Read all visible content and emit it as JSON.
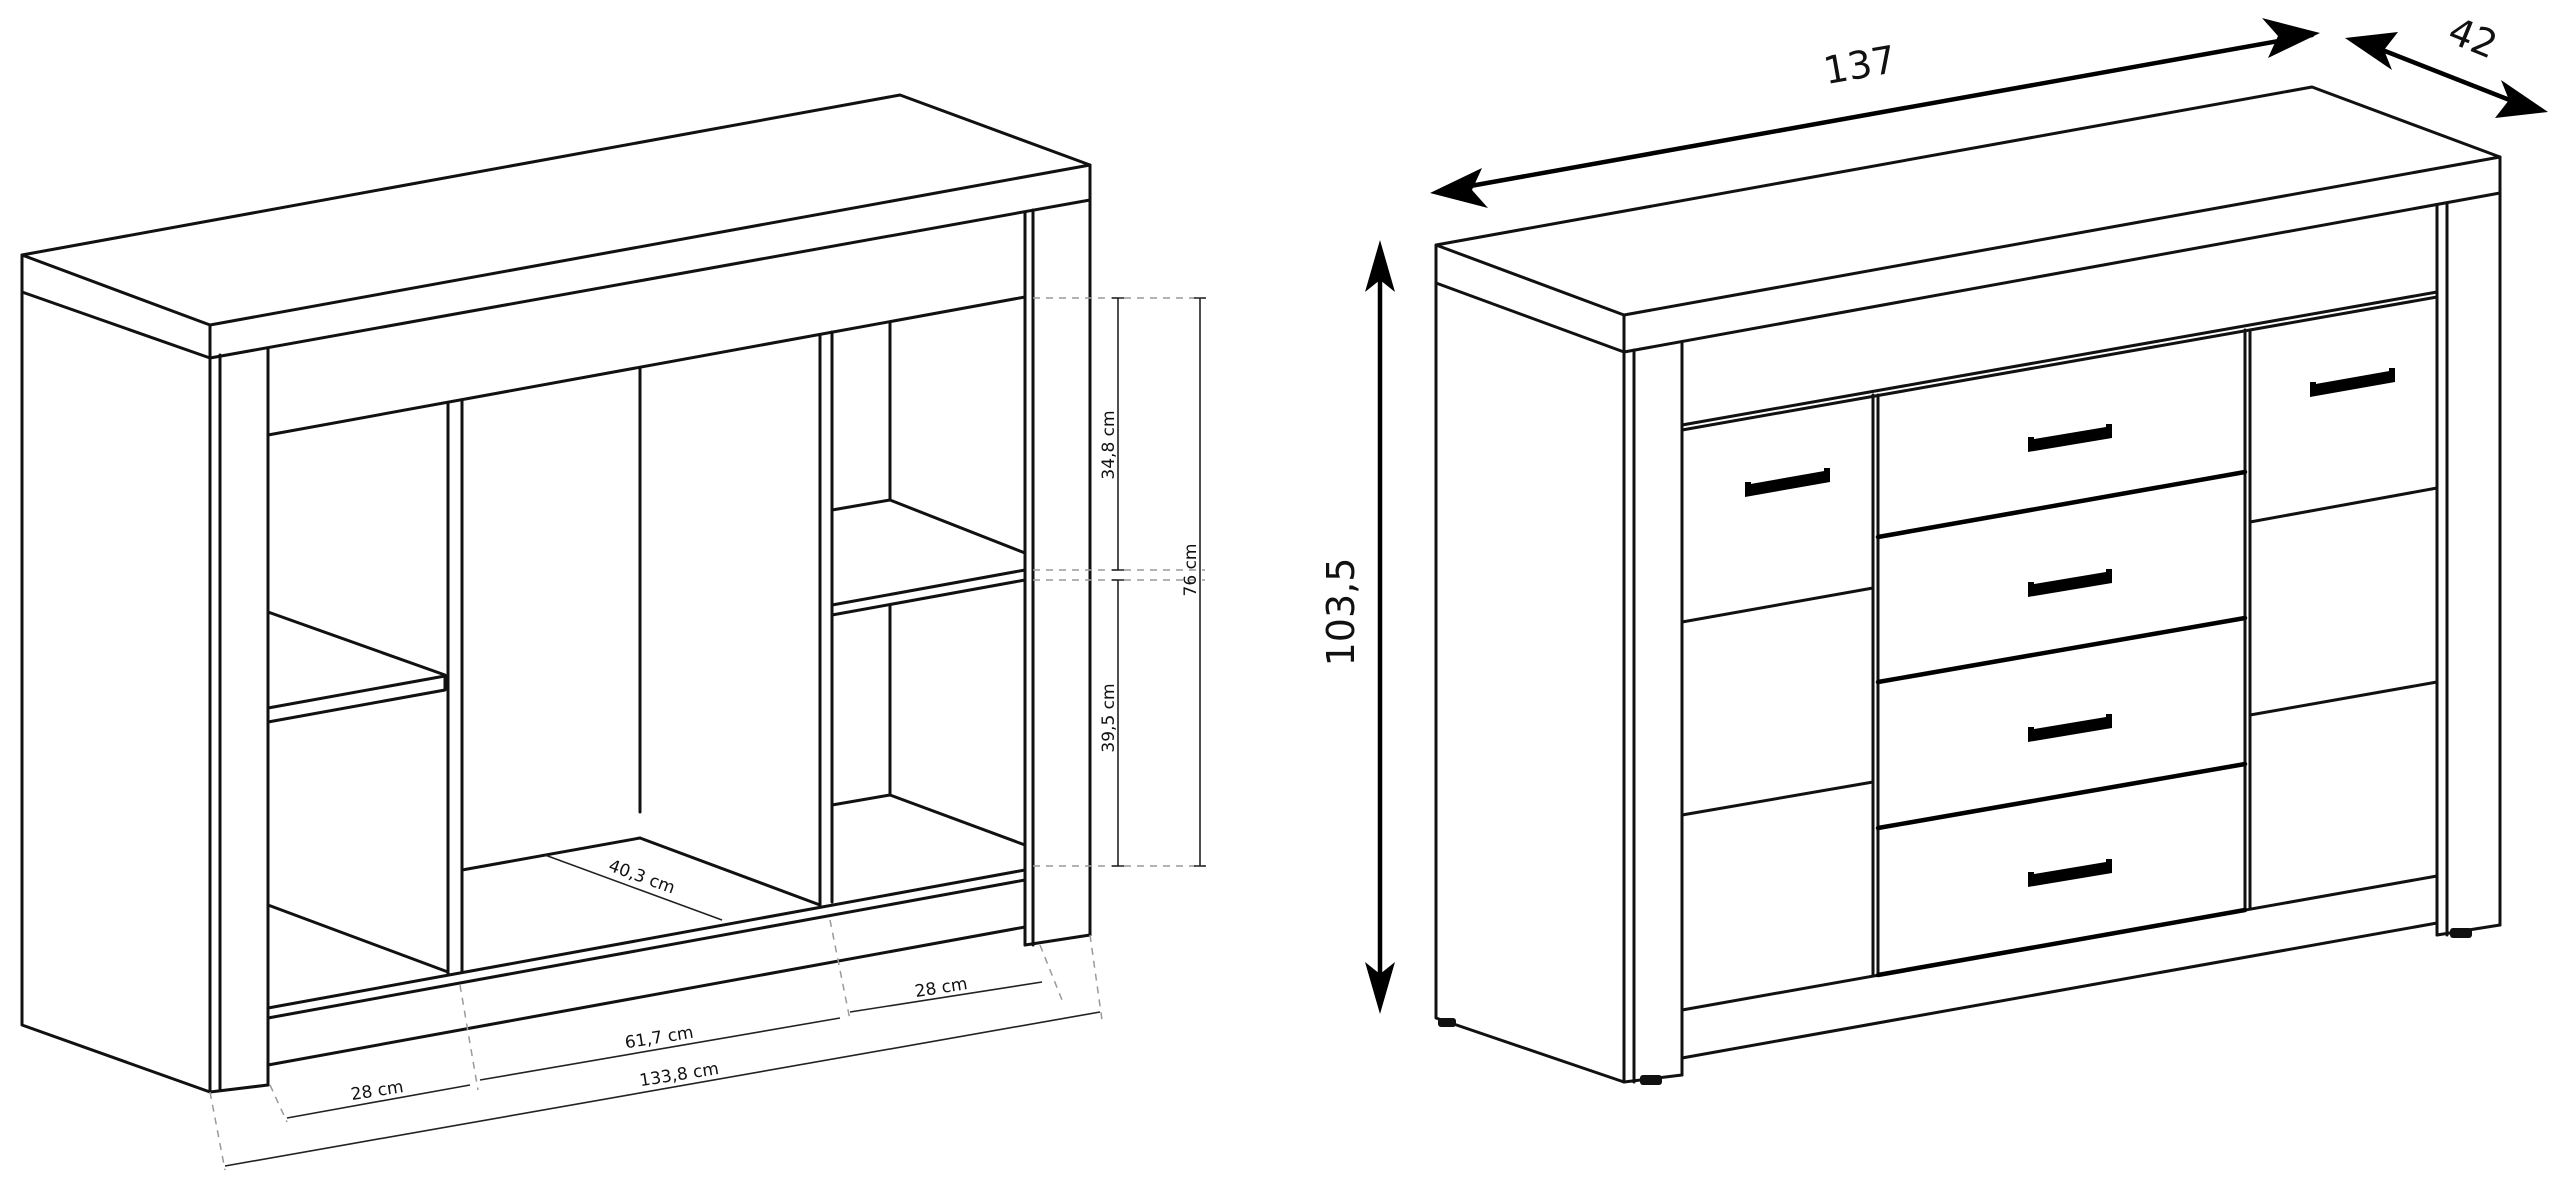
{
  "left_view": {
    "dims": {
      "upper_shelf_height": "34,8 cm",
      "lower_shelf_height": "39,5 cm",
      "inner_height": "76 cm",
      "center_depth": "40,3 cm",
      "right_width": "28 cm",
      "center_width": "61,7 cm",
      "left_width": "28 cm",
      "total_inner_width": "133,8 cm"
    }
  },
  "right_view": {
    "dims": {
      "width": "137",
      "depth": "42",
      "height": "103,5"
    }
  }
}
